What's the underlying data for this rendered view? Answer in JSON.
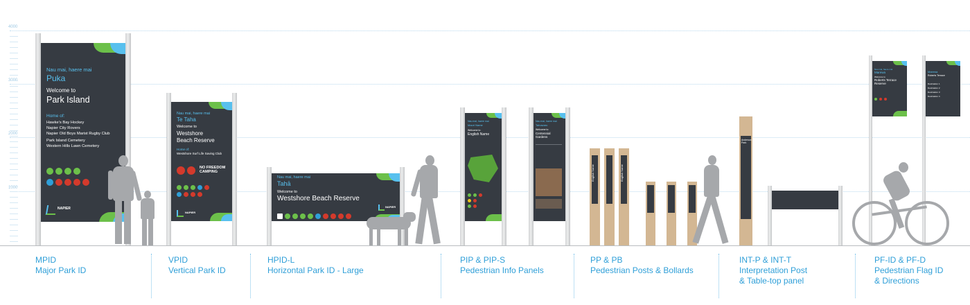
{
  "axis": {
    "ticks": [
      "4000",
      "3000",
      "2000",
      "1000"
    ]
  },
  "categories": [
    {
      "code": "MPID",
      "lines": [
        "Major Park ID"
      ]
    },
    {
      "code": "VPID",
      "lines": [
        "Vertical Park ID"
      ]
    },
    {
      "code": "HPID-L",
      "lines": [
        "Horizontal Park ID - Large"
      ]
    },
    {
      "code": "PIP & PIP-S",
      "lines": [
        "Pedestrian Info Panels"
      ]
    },
    {
      "code": "PP & PB",
      "lines": [
        "Pedestrian Posts & Bollards"
      ]
    },
    {
      "code": "INT-P & INT-T",
      "lines": [
        "Interpretation Post",
        "& Table-top panel"
      ]
    },
    {
      "code": "PF-ID & PF-D",
      "lines": [
        "Pedestrian Flag ID",
        "& Directions"
      ]
    }
  ],
  "mpid": {
    "greeting": "Nau mai, haere mai",
    "maori_name": "Puka",
    "welcome": "Welcome to",
    "name": "Park Island",
    "home_of_label": "Home of:",
    "home_of": [
      "Hawke's Bay Hockey",
      "Napier City Rovers",
      "Napier Old Boys Marist Rugby Club"
    ],
    "also": [
      "Park Island Cemetery",
      "Western Hills Lawn Cemetery"
    ],
    "logo": "NAPIER"
  },
  "vpid": {
    "greeting": "Nau mai, haere mai",
    "maori_name": "Te Taha",
    "welcome": "Welcome to",
    "name_line1": "Westshore",
    "name_line2": "Beach Reserve",
    "home_of_label": "Home of:",
    "home_of": "Westshore Surf Life Saving Club",
    "no_camping_line1": "NO FREEDOM",
    "no_camping_line2": "CAMPING",
    "logo": "NAPIER"
  },
  "hpid": {
    "greeting": "Nau mai, haere mai",
    "maori_name": "Tahā",
    "welcome": "Welcome to",
    "name": "Westshore Beach Reserve",
    "logo": "NAPIER"
  },
  "pip": {
    "a_greeting": "Nau mai, haere mai",
    "a_maori": "Maori Name",
    "a_welcome": "Welcome to",
    "a_name": "English Name",
    "b_greeting": "Nau mai, haere mai",
    "b_maori": "Tahuwaru",
    "b_welcome": "Welcome to",
    "b_name_line1": "Centennial",
    "b_name_line2": "Gardens"
  },
  "pp": {
    "post_text": "English Name"
  },
  "int": {
    "title_line1": "Anderson",
    "title_line2": "Park"
  },
  "pf": {
    "a_greeting": "Nau mai, haere mai",
    "a_maori": "Marewa",
    "a_welcome": "Welcome to",
    "a_name_line1": "Roberts Terrace",
    "a_name_line2": "Reserve",
    "b_maori": "Marewa",
    "b_sub": "Roberts Terrace",
    "destinations": [
      "Destination 1",
      "Destination 2",
      "Destination 3",
      "Destination 4"
    ]
  },
  "colors": {
    "panel": "#363b42",
    "accent_blue": "#2f9fd8",
    "accent_green": "#6cc04a",
    "sky": "#58c0ee",
    "post": "#d6d7d8",
    "wood": "#d3b793"
  }
}
